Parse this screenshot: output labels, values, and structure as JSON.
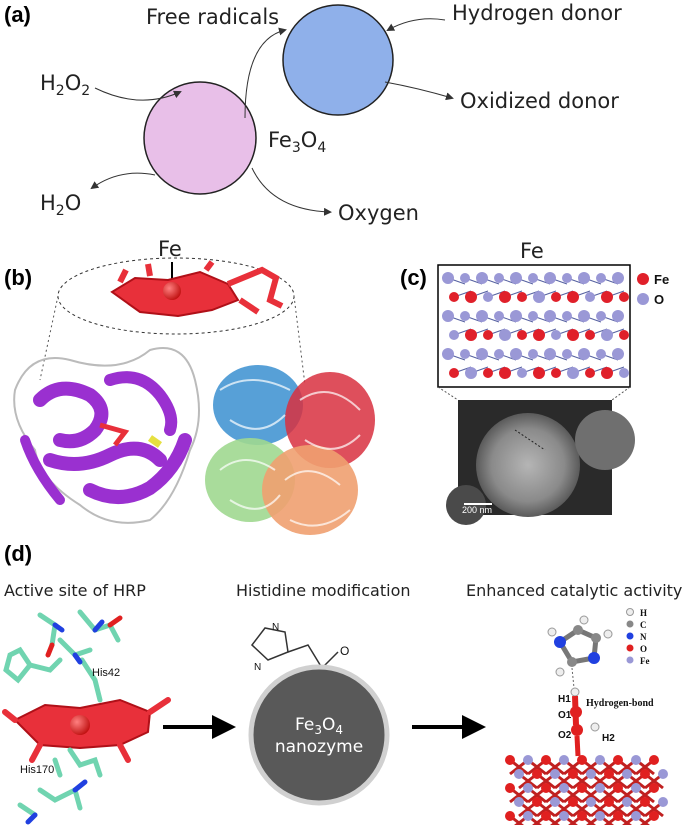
{
  "panel_a": {
    "label": "(a)",
    "free_radicals": "Free radicals",
    "hydrogen_donor": "Hydrogen donor",
    "oxidized_donor": "Oxidized donor",
    "h2o2": "H2O2",
    "h2o": "H2O",
    "fe3o4": "Fe3O4",
    "oxygen": "Oxygen",
    "colors": {
      "pink_circle": "#e8bfe8",
      "blue_circle": "#8fb0ea"
    }
  },
  "panel_b": {
    "label": "(b)",
    "fe_label": "Fe"
  },
  "panel_c": {
    "label": "(c)",
    "fe_title": "Fe",
    "legend_fe": "Fe",
    "legend_o": "O",
    "scale_bar": "200 nm",
    "colors": {
      "fe": "#e0202a",
      "o": "#9a98d6"
    }
  },
  "panel_d": {
    "label": "(d)",
    "title_left": "Active site of HRP",
    "title_mid": "Histidine modification",
    "title_right": "Enhanced catalytic activity",
    "his42": "His42",
    "his170": "His170",
    "nanozyme_line1": "Fe3O4",
    "nanozyme_line2": "nanozyme",
    "legend": [
      "H",
      "C",
      "N",
      "O",
      "Fe"
    ],
    "h1": "H1",
    "o1": "O1",
    "o2": "O2",
    "h2": "H2",
    "hbond": "Hydrogen-bond"
  }
}
